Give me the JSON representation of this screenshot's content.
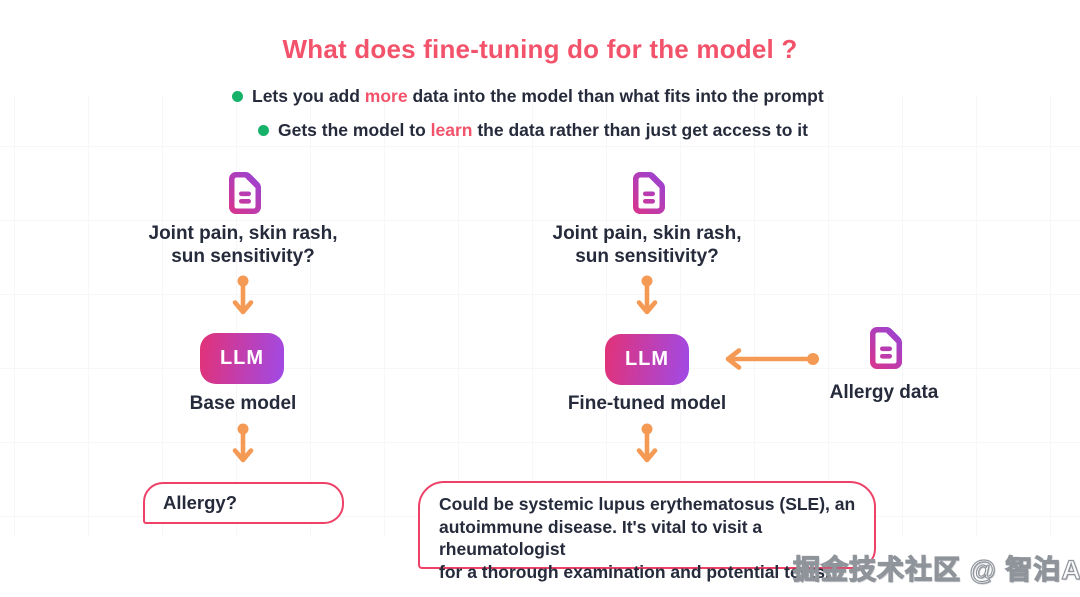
{
  "slide": {
    "title": "What does fine-tuning do for the model ?",
    "bullets": [
      {
        "pre": "Lets you add ",
        "highlight": "more",
        "post": " data into the model than what fits into the prompt"
      },
      {
        "pre": "Gets the model to ",
        "highlight": "learn",
        "post": " the data rather than just get access to it"
      }
    ]
  },
  "base_flow": {
    "prompt": "Joint pain, skin rash,\nsun sensitivity?",
    "chip_label": "LLM",
    "model_label": "Base model",
    "response": "Allergy?"
  },
  "tuned_flow": {
    "prompt": "Joint pain, skin rash,\nsun sensitivity?",
    "chip_label": "LLM",
    "model_label": "Fine-tuned model",
    "response": "Could be systemic lupus erythematosus (SLE), an\nautoimmune disease. It's vital to visit a rheumatologist\nfor a thorough examination and potential tests."
  },
  "side_input": {
    "label": "Allergy data"
  },
  "watermark": "掘金技术社区 @ 智泊AI",
  "icons": [
    "document-icon",
    "arrow-down-icon",
    "arrow-left-icon",
    "bullet-dot-icon"
  ],
  "colors": {
    "accent_pink": "#f2536b",
    "text_dark": "#262b3c",
    "arrow_orange": "#f59a55",
    "bullet_green": "#17b26a",
    "chip_gradient_start": "#e23277",
    "chip_gradient_end": "#a04ae6",
    "bubble_border": "#ee4168"
  }
}
